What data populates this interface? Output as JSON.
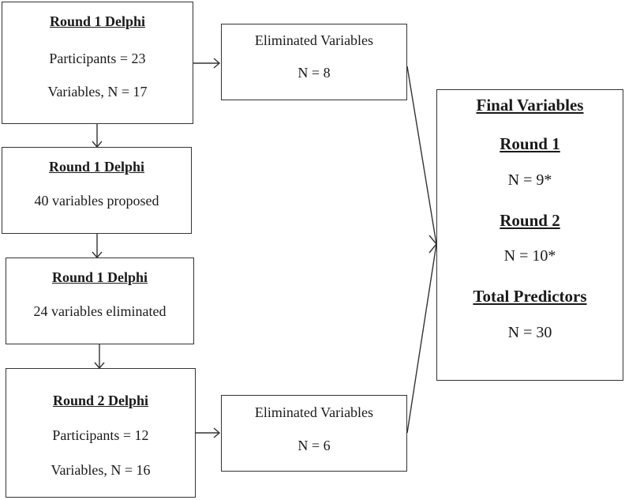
{
  "boxes": {
    "round1_participants": {
      "title": "Round 1 Delphi",
      "line1": "Participants = 23",
      "line2": "Variables, N = 17"
    },
    "round1_proposed": {
      "title": "Round 1 Delphi",
      "line1": "40 variables proposed"
    },
    "round1_eliminated": {
      "title": "Round 1 Delphi",
      "line1": "24 variables eliminated"
    },
    "round2_participants": {
      "title": "Round 2 Delphi",
      "line1": "Participants = 12",
      "line2": "Variables, N = 16"
    },
    "eliminated_top": {
      "title": "Eliminated Variables",
      "line1": "N = 8"
    },
    "eliminated_bottom": {
      "title": "Eliminated Variables",
      "line1": "N = 6"
    },
    "final": {
      "title": "Final Variables",
      "round1_label": "Round 1",
      "round1_value": "N = 9*",
      "round2_label": "Round 2",
      "round2_value": "N = 10*",
      "total_label": "Total Predictors",
      "total_value": "N = 30"
    }
  }
}
